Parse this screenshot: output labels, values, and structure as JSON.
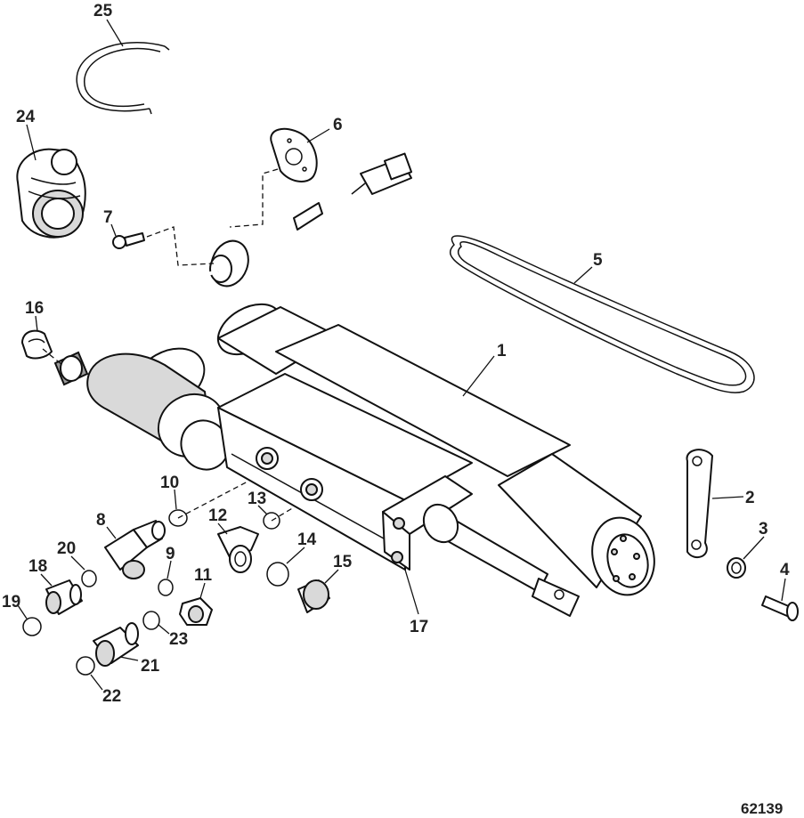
{
  "diagram": {
    "figure_number": "62139",
    "callouts": [
      {
        "id": "c1",
        "label": "1"
      },
      {
        "id": "c2",
        "label": "2"
      },
      {
        "id": "c3",
        "label": "3"
      },
      {
        "id": "c4",
        "label": "4"
      },
      {
        "id": "c5",
        "label": "5"
      },
      {
        "id": "c6",
        "label": "6"
      },
      {
        "id": "c7",
        "label": "7"
      },
      {
        "id": "c8",
        "label": "8"
      },
      {
        "id": "c9",
        "label": "9"
      },
      {
        "id": "c10",
        "label": "10"
      },
      {
        "id": "c11",
        "label": "11"
      },
      {
        "id": "c12",
        "label": "12"
      },
      {
        "id": "c13",
        "label": "13"
      },
      {
        "id": "c14",
        "label": "14"
      },
      {
        "id": "c15",
        "label": "15"
      },
      {
        "id": "c16",
        "label": "16"
      },
      {
        "id": "c17",
        "label": "17"
      },
      {
        "id": "c18",
        "label": "18"
      },
      {
        "id": "c19",
        "label": "19"
      },
      {
        "id": "c20",
        "label": "20"
      },
      {
        "id": "c21",
        "label": "21"
      },
      {
        "id": "c22",
        "label": "22"
      },
      {
        "id": "c23",
        "label": "23"
      },
      {
        "id": "c24",
        "label": "24"
      },
      {
        "id": "c25",
        "label": "25"
      }
    ]
  }
}
